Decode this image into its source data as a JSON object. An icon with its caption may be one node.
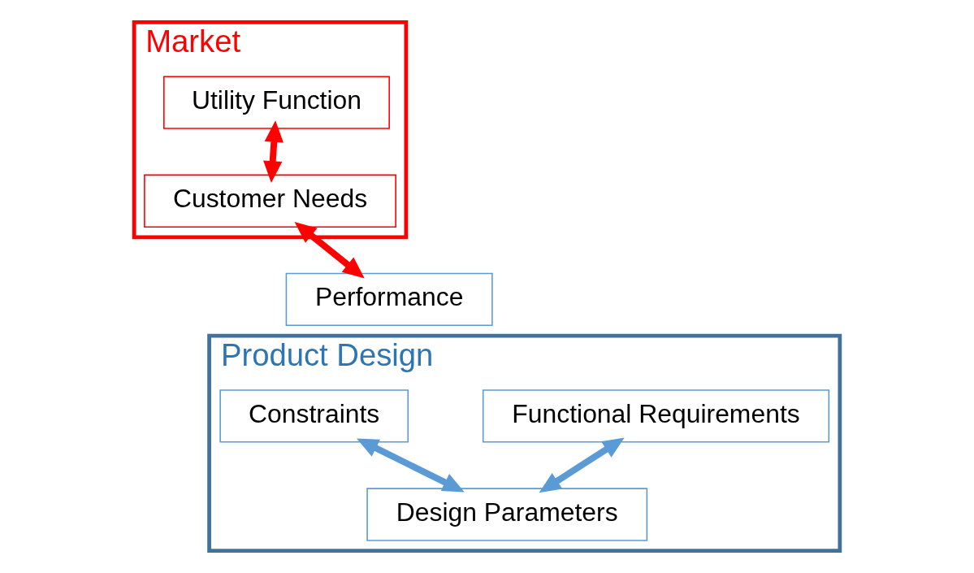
{
  "diagram": {
    "nodes": [
      {
        "text": [
          "Market"
        ]
      },
      {
        "text": [
          "Utility Function"
        ],
        "in": 0
      },
      {
        "text": [
          "Customer Needs"
        ],
        "in": 0
      },
      {
        "text": [
          "Product Design"
        ]
      },
      {
        "text": [
          "Performance"
        ]
      },
      {
        "text": [
          "Functional Requirements"
        ],
        "in": 3
      },
      {
        "text": [
          "Constraints"
        ],
        "in": 3
      },
      {
        "text": [
          "Design Parameters"
        ],
        "in": 3
      }
    ],
    "edges": [
      {
        "from": 1,
        "to": 2,
        "arrow": "both",
        "color": "#ff0000"
      },
      {
        "from": 2,
        "to": 4,
        "arrow": "both",
        "color": "#ff0000"
      },
      {
        "from": 5,
        "to": 7,
        "arrow": "both",
        "color": "#5b9bd5"
      },
      {
        "from": 6,
        "to": 7,
        "arrow": "both",
        "color": "#5b9bd5"
      }
    ]
  }
}
